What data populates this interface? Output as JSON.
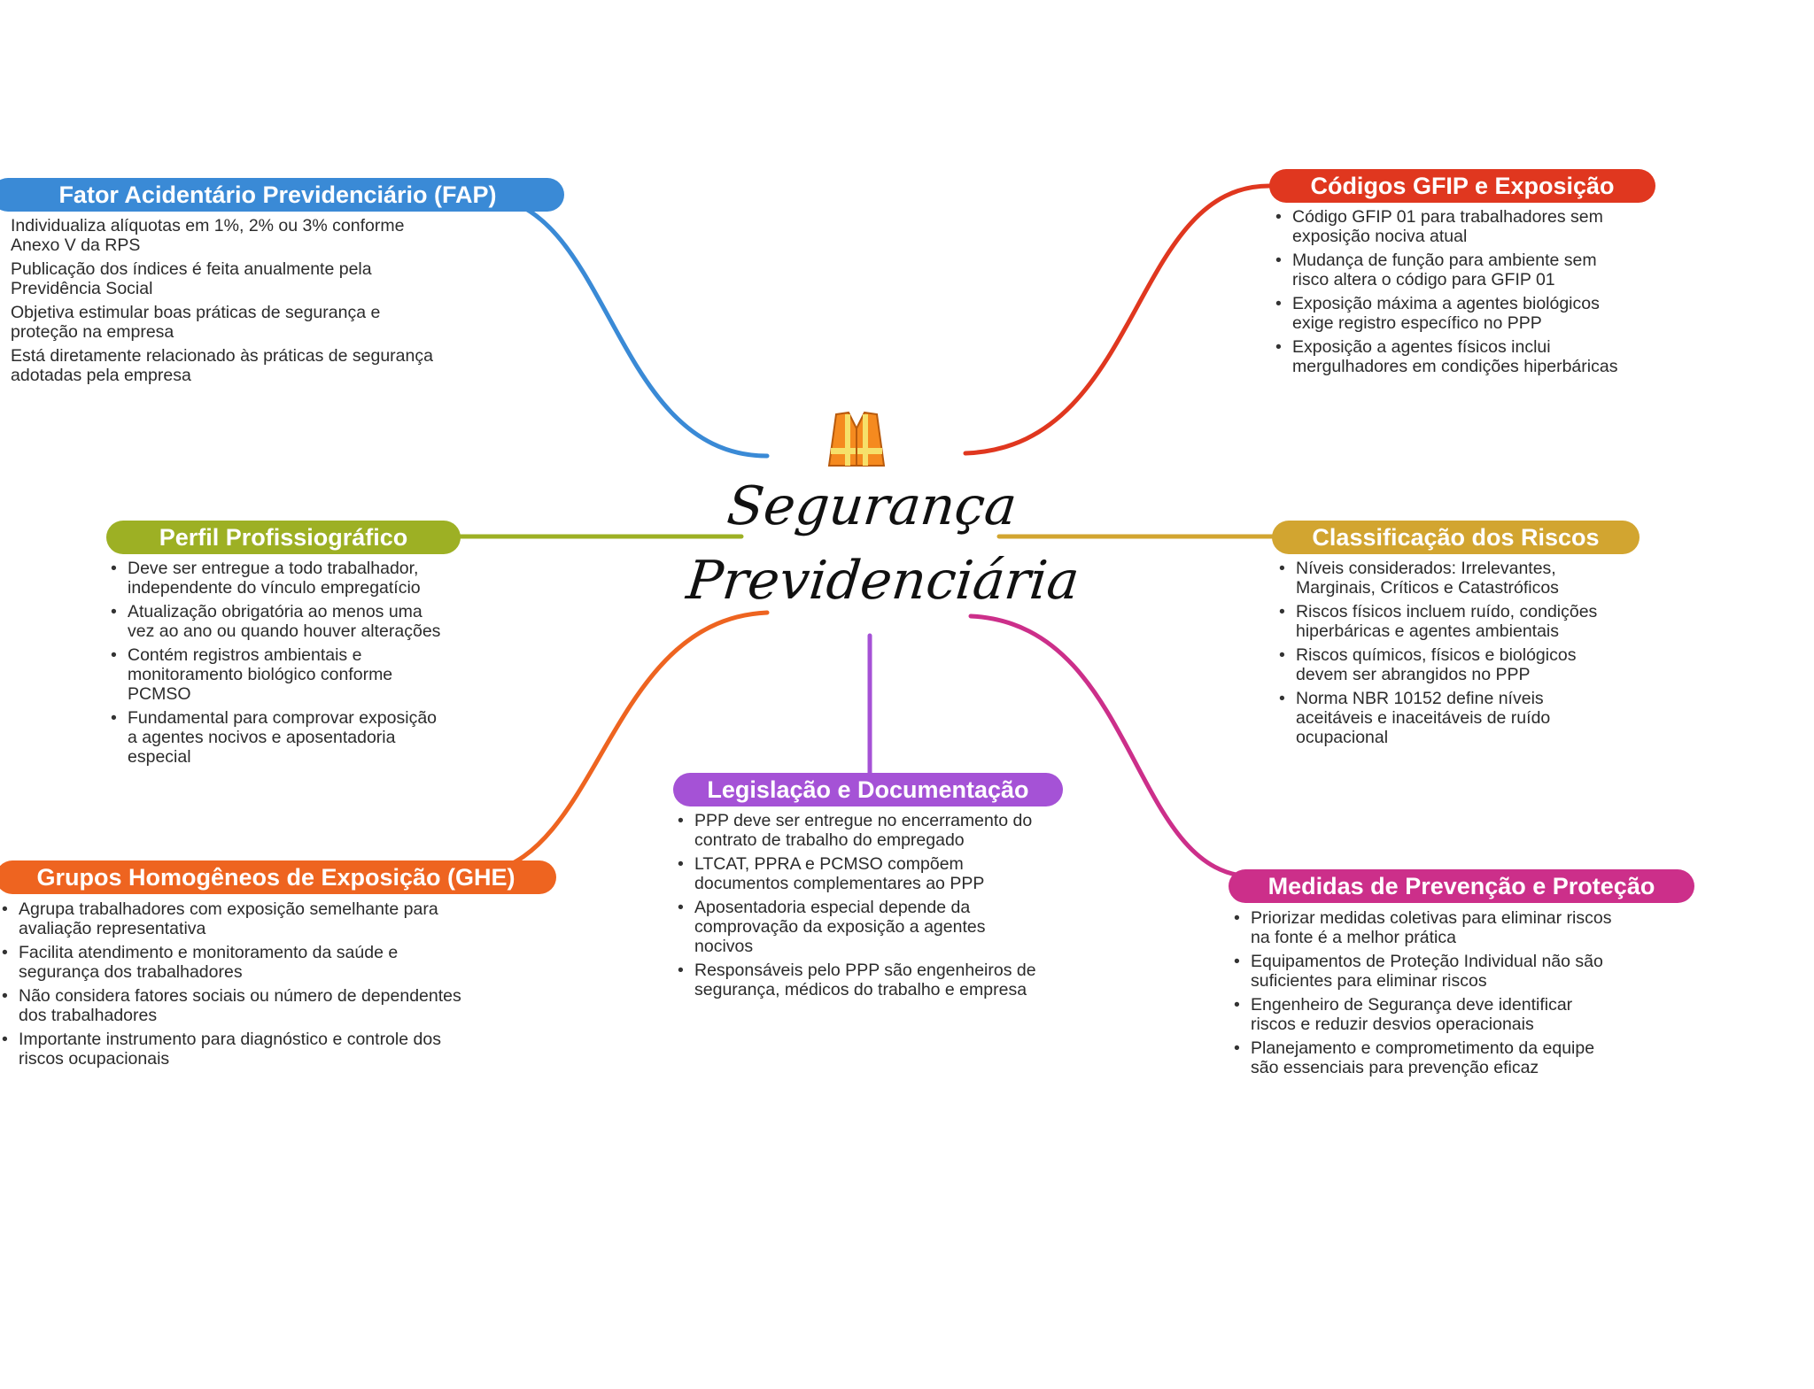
{
  "center": {
    "title_line1": "Segurança",
    "title_line2": "Previdenciária",
    "icon": "safety-vest-icon"
  },
  "colors": {
    "fap": "#3a8ad6",
    "gfip": "#e0371f",
    "perfil": "#9db024",
    "classificacao": "#d2a530",
    "ghe": "#ee6420",
    "legislacao": "#a552d6",
    "medidas": "#cc2f8a"
  },
  "branches": {
    "fap": {
      "title": "Fator Acidentário Previdenciário (FAP)",
      "items": [
        "Individualiza alíquotas em 1%, 2% ou 3% conforme Anexo V da RPS",
        "Publicação dos índices é feita anualmente pela Previdência Social",
        "Objetiva estimular boas práticas de segurança e proteção na empresa",
        "Está diretamente relacionado às práticas de segurança adotadas pela empresa"
      ]
    },
    "gfip": {
      "title": "Códigos GFIP e Exposição",
      "items": [
        "Código GFIP 01 para trabalhadores sem exposição nociva atual",
        "Mudança de função para ambiente sem risco altera o código para GFIP 01",
        "Exposição máxima a agentes biológicos exige registro específico no PPP",
        "Exposição a agentes físicos inclui mergulhadores em condições hiperbáricas"
      ]
    },
    "perfil": {
      "title": "Perfil Profissiográfico",
      "items": [
        "Deve ser entregue a todo trabalhador, independente do vínculo empregatício",
        "Atualização obrigatória ao menos uma vez ao ano ou quando houver alterações",
        "Contém registros ambientais e monitoramento biológico conforme PCMSO",
        "Fundamental para comprovar exposição a agentes nocivos e aposentadoria especial"
      ]
    },
    "classificacao": {
      "title": "Classificação dos Riscos",
      "items": [
        "Níveis considerados: Irrelevantes, Marginais, Críticos e Catastróficos",
        "Riscos físicos incluem ruído, condições hiperbáricas e agentes ambientais",
        "Riscos químicos, físicos e biológicos devem ser abrangidos no PPP",
        "Norma NBR 10152 define níveis aceitáveis e inaceitáveis de ruído ocupacional"
      ]
    },
    "ghe": {
      "title": "Grupos Homogêneos de Exposição (GHE)",
      "items": [
        "Agrupa trabalhadores com exposição semelhante para avaliação representativa",
        "Facilita atendimento e monitoramento da saúde e segurança dos trabalhadores",
        "Não considera fatores sociais ou número de dependentes dos trabalhadores",
        "Importante instrumento para diagnóstico e controle dos riscos ocupacionais"
      ]
    },
    "legislacao": {
      "title": "Legislação e Documentação",
      "items": [
        "PPP deve ser entregue no encerramento do contrato de trabalho do empregado",
        "LTCAT, PPRA e PCMSO compõem documentos complementares ao PPP",
        "Aposentadoria especial depende da comprovação da exposição a agentes nocivos",
        "Responsáveis pelo PPP são engenheiros de segurança, médicos do trabalho e empresa"
      ]
    },
    "medidas": {
      "title": "Medidas de Prevenção e Proteção",
      "items": [
        "Priorizar medidas coletivas para eliminar riscos na fonte é a melhor prática",
        "Equipamentos de Proteção Individual não são suficientes para eliminar riscos",
        "Engenheiro de Segurança deve identificar riscos e reduzir desvios operacionais",
        "Planejamento e comprometimento da equipe são essenciais para prevenção eficaz"
      ]
    }
  }
}
